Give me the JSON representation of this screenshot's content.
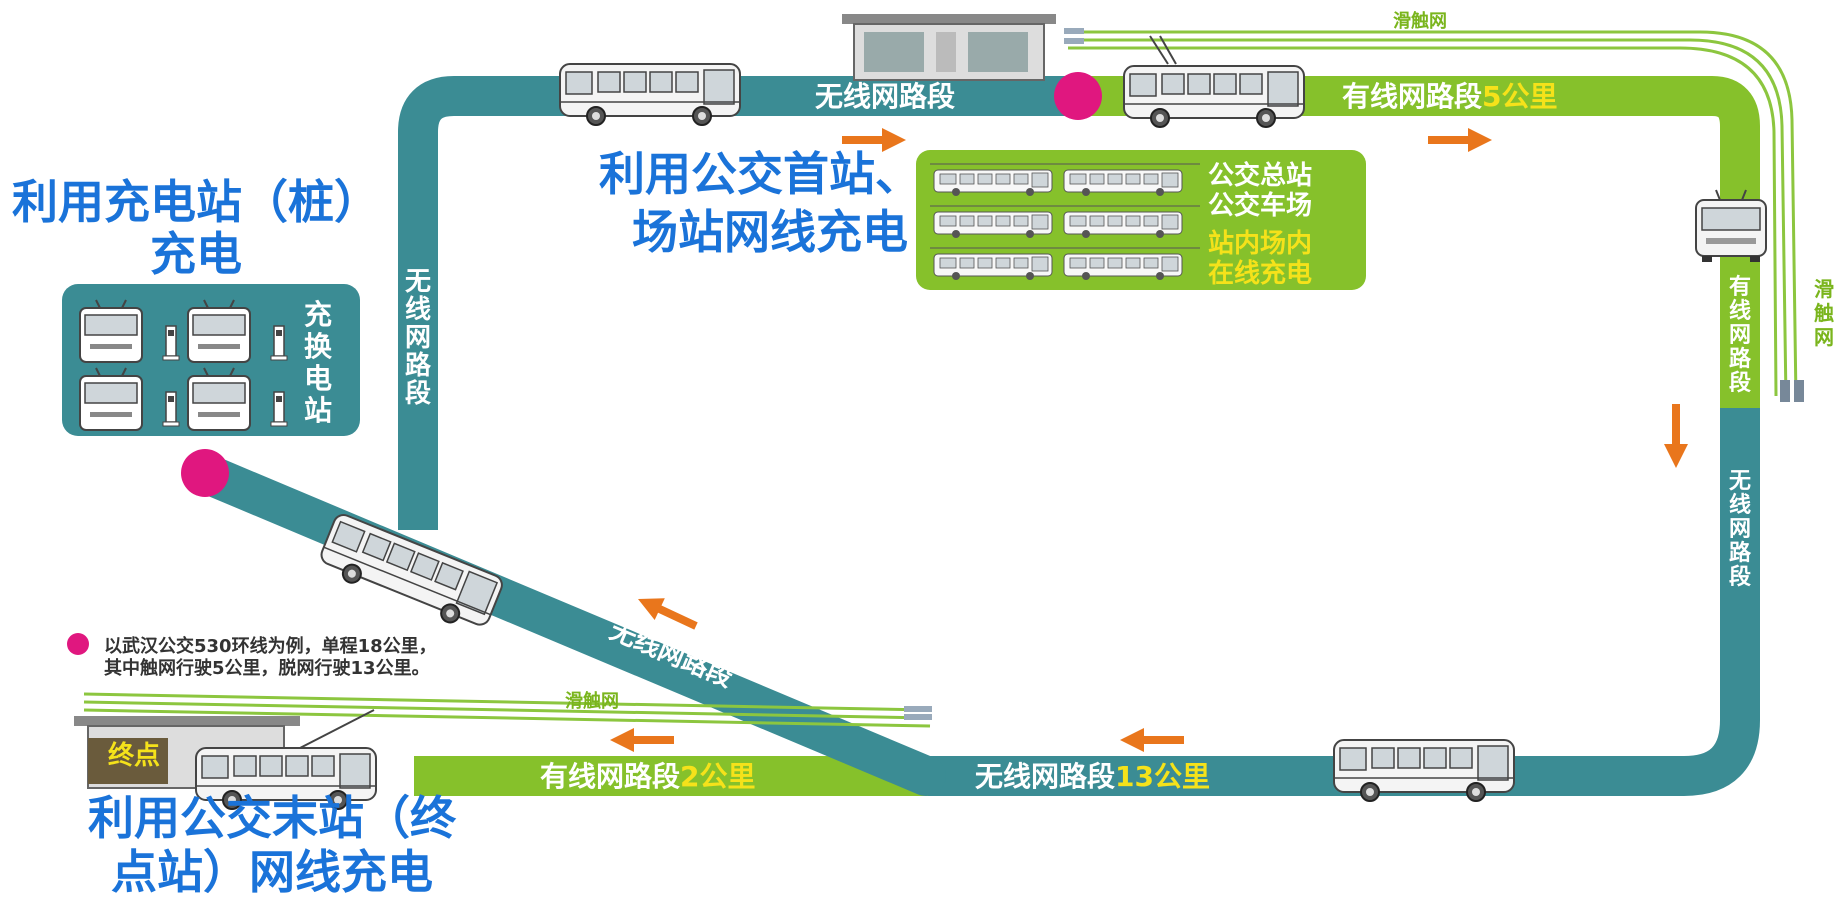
{
  "colors": {
    "teal": "#3b8c94",
    "green": "#86c12b",
    "blue_text": "#1a73d9",
    "magenta": "#e0177f",
    "orange": "#e9761c",
    "yellow_text": "#f5e21a",
    "wire": "#8cc63f"
  },
  "labels": {
    "top_wireless": "无线网路段",
    "top_wired_prefix": "有线网路段",
    "top_wired_num": "5公里",
    "left_vertical": [
      "无",
      "线",
      "网",
      "路",
      "段"
    ],
    "right_vertical_wired": [
      "有",
      "线",
      "网",
      "路",
      "段"
    ],
    "right_vertical_wireless": [
      "无",
      "线",
      "网",
      "路",
      "段"
    ],
    "right_wire": [
      "滑",
      "触",
      "网"
    ],
    "top_wire": "滑触网",
    "bottom_wire": "滑触网",
    "diagonal": "无线网路段",
    "bottom_wireless_prefix": "无线网路段",
    "bottom_wireless_num": "13公里",
    "bottom_wired_prefix": "有线网路段",
    "bottom_wired_num": "2公里",
    "endpoint_sign": "终点"
  },
  "callouts": {
    "charging_station": [
      "利用充电站（桩）",
      "充电"
    ],
    "swap_station": [
      "充",
      "换",
      "电",
      "站"
    ],
    "first_station": [
      "利用公交首站、",
      "场站网线充电"
    ],
    "depot_lines": [
      "公交总站",
      "公交车场"
    ],
    "depot_lines_yellow": [
      "站内场内",
      "在线充电"
    ],
    "end_station": [
      "利用公交末站（终",
      "点站）网线充电"
    ]
  },
  "note": {
    "line1": "以武汉公交530环线为例，单程18公里，",
    "line2": "其中触网行驶5公里，脱网行驶13公里。"
  }
}
